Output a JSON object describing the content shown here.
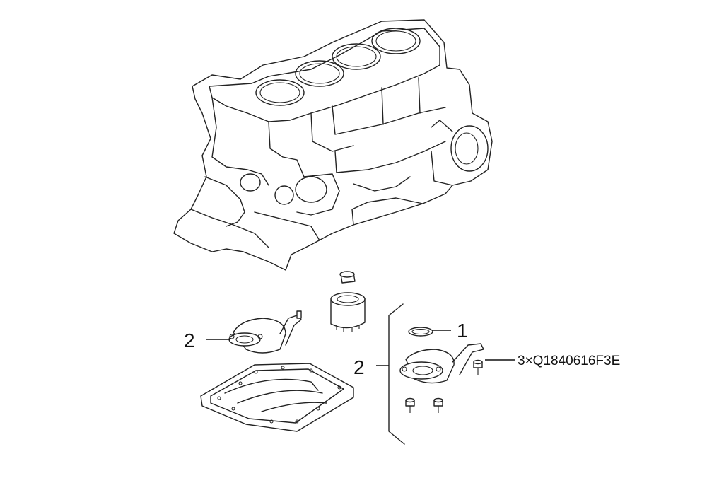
{
  "callouts": {
    "item_1": "1",
    "item_2_left": "2",
    "item_2_right": "2",
    "bolt_spec": "3×Q1840616F3E"
  },
  "colors": {
    "line": "#222222",
    "background": "#ffffff"
  }
}
